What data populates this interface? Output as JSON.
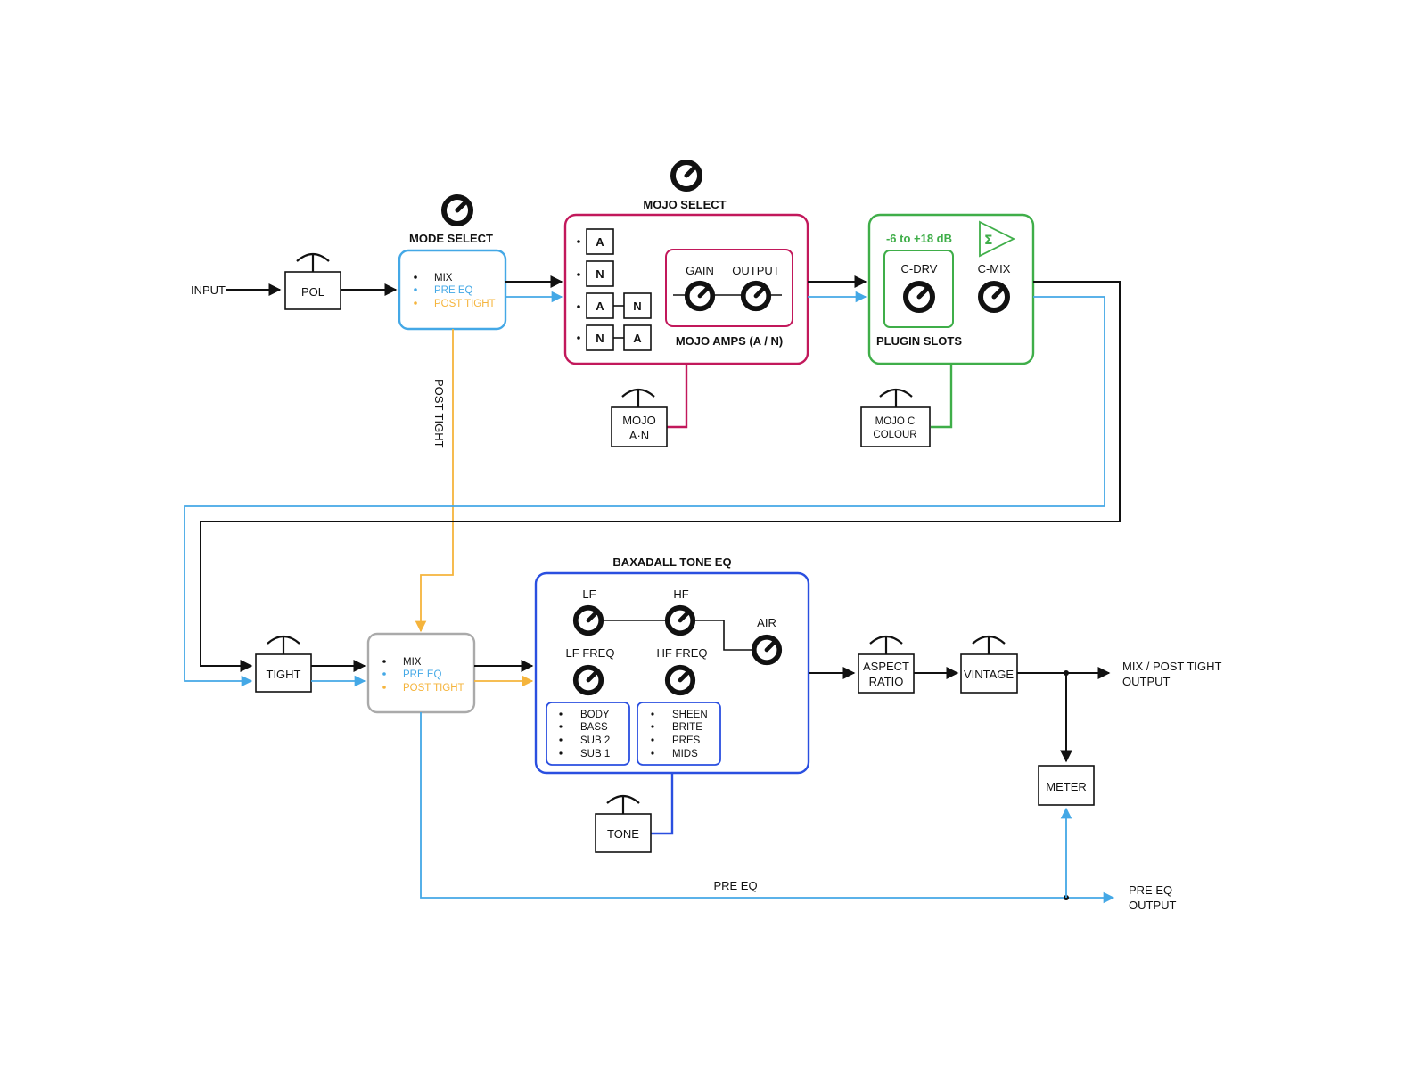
{
  "colors": {
    "mix": "#111111",
    "pre_eq": "#44a8e6",
    "post_tight": "#f5b43c",
    "mojo": "#c2185b",
    "plugin": "#3fae49",
    "tone_eq": "#2a4fe0",
    "mode_select_2": "#aaaaaa"
  },
  "input": {
    "label": "INPUT"
  },
  "pol": {
    "label": "POL"
  },
  "mode_select": {
    "title": "MODE SELECT",
    "options": [
      "MIX",
      "PRE EQ",
      "POST TIGHT"
    ]
  },
  "post_tight_line": {
    "label": "POST TIGHT"
  },
  "mojo": {
    "title": "MOJO SELECT",
    "amps": [
      {
        "a": "A",
        "b": ""
      },
      {
        "a": "N",
        "b": ""
      },
      {
        "a": "A",
        "b": "N"
      },
      {
        "a": "N",
        "b": "A"
      }
    ],
    "gain_label": "GAIN",
    "output_label": "OUTPUT",
    "amps_label": "MOJO AMPS (A / N)",
    "switch_line1": "MOJO",
    "switch_line2": "A·N"
  },
  "plugin": {
    "range": "-6 to +18 dB",
    "sigma": "Σ",
    "cdrv_label": "C-DRV",
    "cmix_label": "C-MIX",
    "slots_label": "PLUGIN SLOTS",
    "colour_line1": "MOJO C",
    "colour_line2": "COLOUR"
  },
  "tight": {
    "label": "TIGHT"
  },
  "mode_select_2": {
    "options": [
      "MIX",
      "PRE EQ",
      "POST TIGHT"
    ]
  },
  "tone_eq": {
    "title": "BAXADALL TONE EQ",
    "lf": "LF",
    "hf": "HF",
    "air": "AIR",
    "lf_freq": "LF FREQ",
    "hf_freq": "HF FREQ",
    "lf_options": [
      "BODY",
      "BASS",
      "SUB 2",
      "SUB 1"
    ],
    "hf_options": [
      "SHEEN",
      "BRITE",
      "PRES",
      "MIDS"
    ],
    "tone_switch": "TONE"
  },
  "aspect_ratio": {
    "line1": "ASPECT",
    "line2": "RATIO"
  },
  "vintage": {
    "label": "VINTAGE"
  },
  "meter": {
    "label": "METER"
  },
  "outputs": {
    "mix_line1": "MIX / POST TIGHT",
    "mix_line2": "OUTPUT",
    "pre_eq_line": "PRE EQ",
    "pre_line1": "PRE EQ",
    "pre_line2": "OUTPUT"
  }
}
